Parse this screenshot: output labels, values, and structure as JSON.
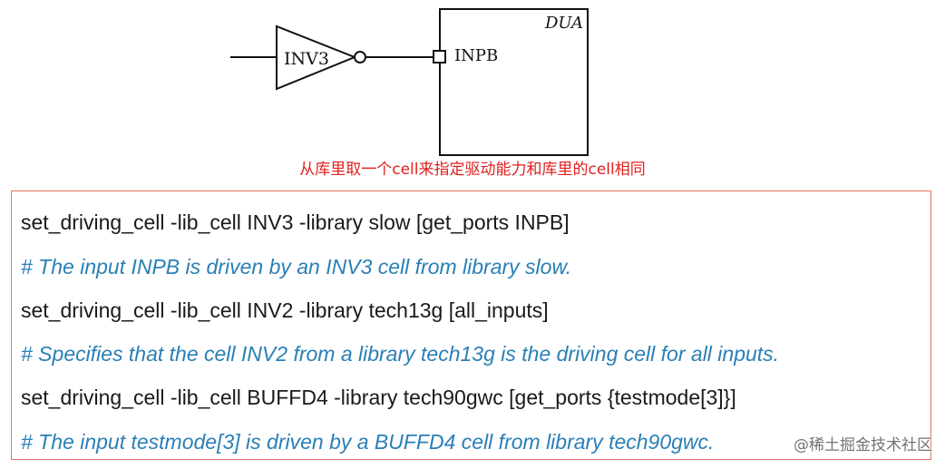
{
  "diagram": {
    "inverter_label": "INV3",
    "port_label": "INPB",
    "block_label": "DUA"
  },
  "caption": "从库里取一个cell来指定驱动能力和库里的cell相同",
  "code_lines": [
    {
      "kind": "command",
      "text": "set_driving_cell -lib_cell INV3  -library slow [get_ports INPB]"
    },
    {
      "kind": "comment",
      "text": "# The input INPB is driven by an INV3 cell from library slow."
    },
    {
      "kind": "command",
      "text": "set_driving_cell -lib_cell INV2 -library tech13g [all_inputs]"
    },
    {
      "kind": "comment",
      "text": "# Specifies that the cell INV2 from a library tech13g is the driving cell for all inputs."
    },
    {
      "kind": "command",
      "text": "set_driving_cell -lib_cell BUFFD4 -library tech90gwc [get_ports {testmode[3]}]"
    },
    {
      "kind": "comment",
      "text": "# The input testmode[3] is driven by a BUFFD4 cell from library tech90gwc."
    }
  ],
  "colors": {
    "command": "#1a1a1a",
    "comment": "#2a7fb6",
    "caption": "#e02020",
    "box_border": "#e0775e"
  },
  "watermark": "@稀土掘金技术社区"
}
